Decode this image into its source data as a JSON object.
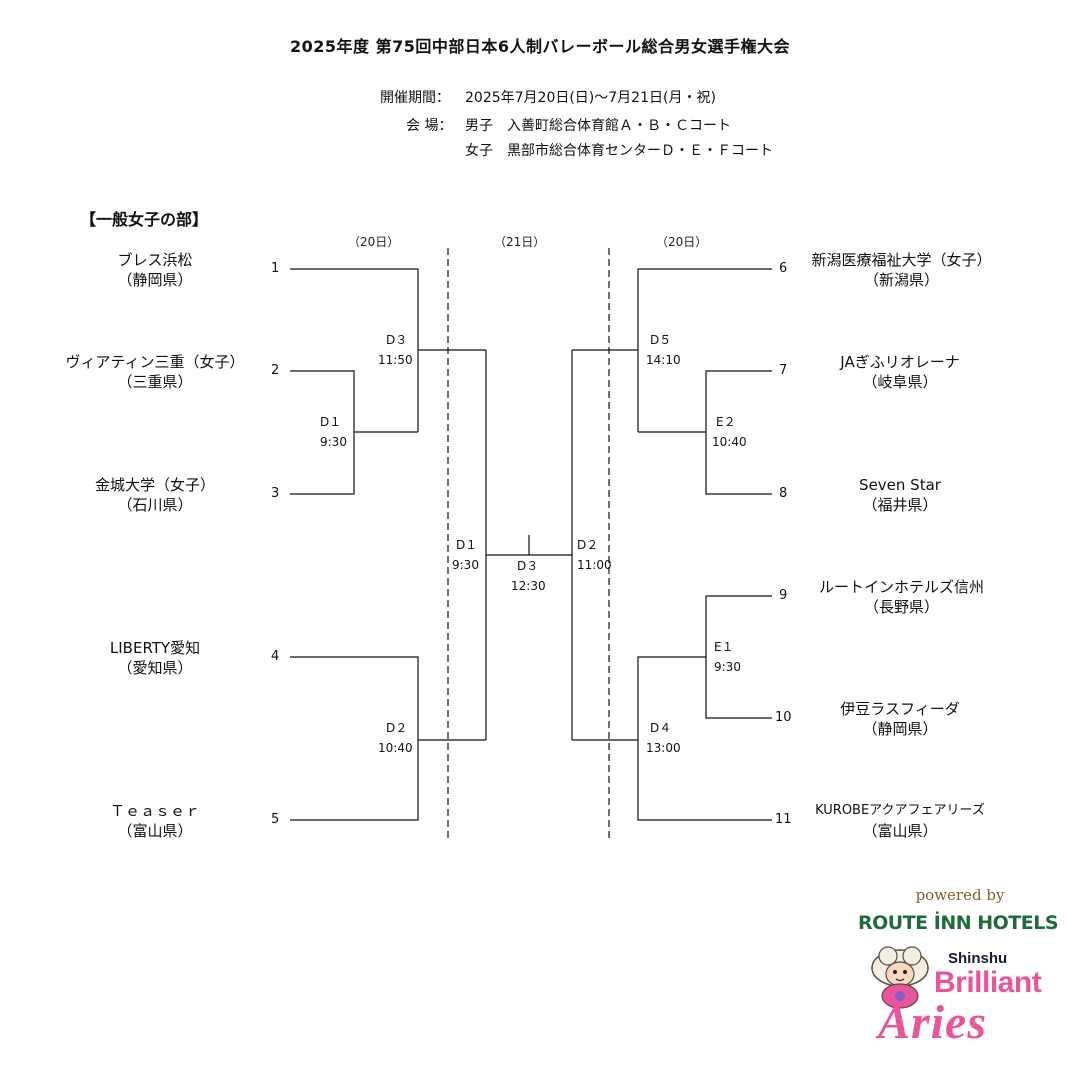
{
  "title": "2025年度 第75回中部日本6人制バレーボール総合男女選手権大会",
  "info": {
    "period_label": "開催期間：",
    "period_value": "2025年7月20日(日)～7月21日(月・祝)",
    "venue_label": "会 場：",
    "venue_men": "男子　入善町総合体育館Ａ・Ｂ・Ｃコート",
    "venue_women": "女子　黒部市総合体育センターＤ・Ｅ・Ｆコート"
  },
  "section_title": "【一般女子の部】",
  "days": {
    "left": "（20日）",
    "center": "（21日）",
    "right": "（20日）"
  },
  "teams": [
    {
      "seed": "1",
      "name": "ブレス浜松",
      "pref": "（静岡県）"
    },
    {
      "seed": "2",
      "name": "ヴィアティン三重（女子）",
      "pref": "（三重県）"
    },
    {
      "seed": "3",
      "name": "金城大学（女子）",
      "pref": "（石川県）"
    },
    {
      "seed": "4",
      "name": "LIBERTY愛知",
      "pref": "（愛知県）"
    },
    {
      "seed": "5",
      "name": "Ｔｅａｓｅｒ",
      "pref": "（富山県）"
    },
    {
      "seed": "6",
      "name": "新潟医療福祉大学（女子）",
      "pref": "（新潟県）"
    },
    {
      "seed": "7",
      "name": "JAぎふリオレーナ",
      "pref": "（岐阜県）"
    },
    {
      "seed": "8",
      "name": "Seven Star",
      "pref": "（福井県）"
    },
    {
      "seed": "9",
      "name": "ルートインホテルズ信州",
      "pref": "（長野県）"
    },
    {
      "seed": "10",
      "name": "伊豆ラスフィーダ",
      "pref": "（静岡県）"
    },
    {
      "seed": "11",
      "name": "KUROBEアクアフェアリーズ",
      "pref": "（富山県）"
    }
  ],
  "matches": {
    "l_d1": {
      "court": "D１",
      "time": "9:30"
    },
    "l_d3": {
      "court": "D３",
      "time": "11:50"
    },
    "l_d2": {
      "court": "D２",
      "time": "10:40"
    },
    "r_d5": {
      "court": "D５",
      "time": "14:10"
    },
    "r_e2": {
      "court": "E２",
      "time": "10:40"
    },
    "r_e1": {
      "court": "E１",
      "time": "9:30"
    },
    "r_d4": {
      "court": "D４",
      "time": "13:00"
    },
    "c_d1": {
      "court": "D１",
      "time": "9:30"
    },
    "c_d2": {
      "court": "D２",
      "time": "11:00"
    },
    "final": {
      "court": "D３",
      "time": "12:30"
    }
  },
  "logo": {
    "powered": "powered by",
    "route": "ROUTE İNN HOTELS",
    "shinshu": "Shinshu",
    "brilliant": "Brilliant",
    "aries": "Aries"
  },
  "colors": {
    "logo_pink": "#e8559a",
    "logo_green": "#1f6b3a",
    "line": "#111111"
  }
}
